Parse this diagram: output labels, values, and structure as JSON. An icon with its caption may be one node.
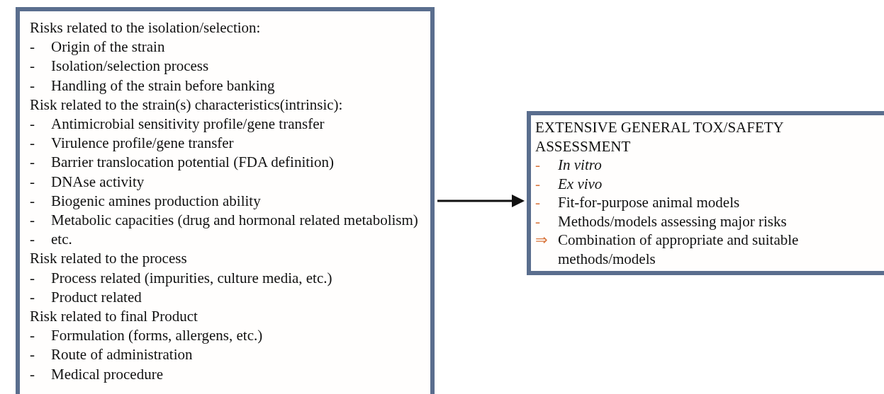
{
  "diagram": {
    "nodes": [
      {
        "text": [
          "Risks related to the isolation/selection:",
          "- Origin of the strain",
          "- Isolation/selection process",
          "- Handling of the strain before banking",
          "Risk related to the strain(s) characteristics(intrinsic):",
          "- Antimicrobial sensitivity profile/gene transfer",
          "- Virulence profile/gene transfer",
          "- Barrier translocation potential (FDA definition)",
          "- DNAse activity",
          "- Biogenic amines production ability",
          "- Metabolic capacities (drug and hormonal related metabolism)",
          "- etc.",
          "Risk related to the process",
          "- Process related (impurities, culture media, etc.)",
          "- Product related",
          "Risk related to final Product",
          "- Formulation (forms, allergens, etc.)",
          "- Route of administration",
          "- Medical procedure"
        ]
      },
      {
        "text": [
          "EXTENSIVE GENERAL TOX/SAFETY ASSESSMENT",
          "- *In vitro*",
          "- *Ex vivo*",
          "- Fit-for-purpose animal models",
          "- Methods/models assessing major risks",
          "⇒ Combination of appropriate and suitable methods/models"
        ]
      }
    ],
    "edges": [
      {
        "from": 0,
        "to": 1,
        "arrow": "to"
      }
    ]
  }
}
